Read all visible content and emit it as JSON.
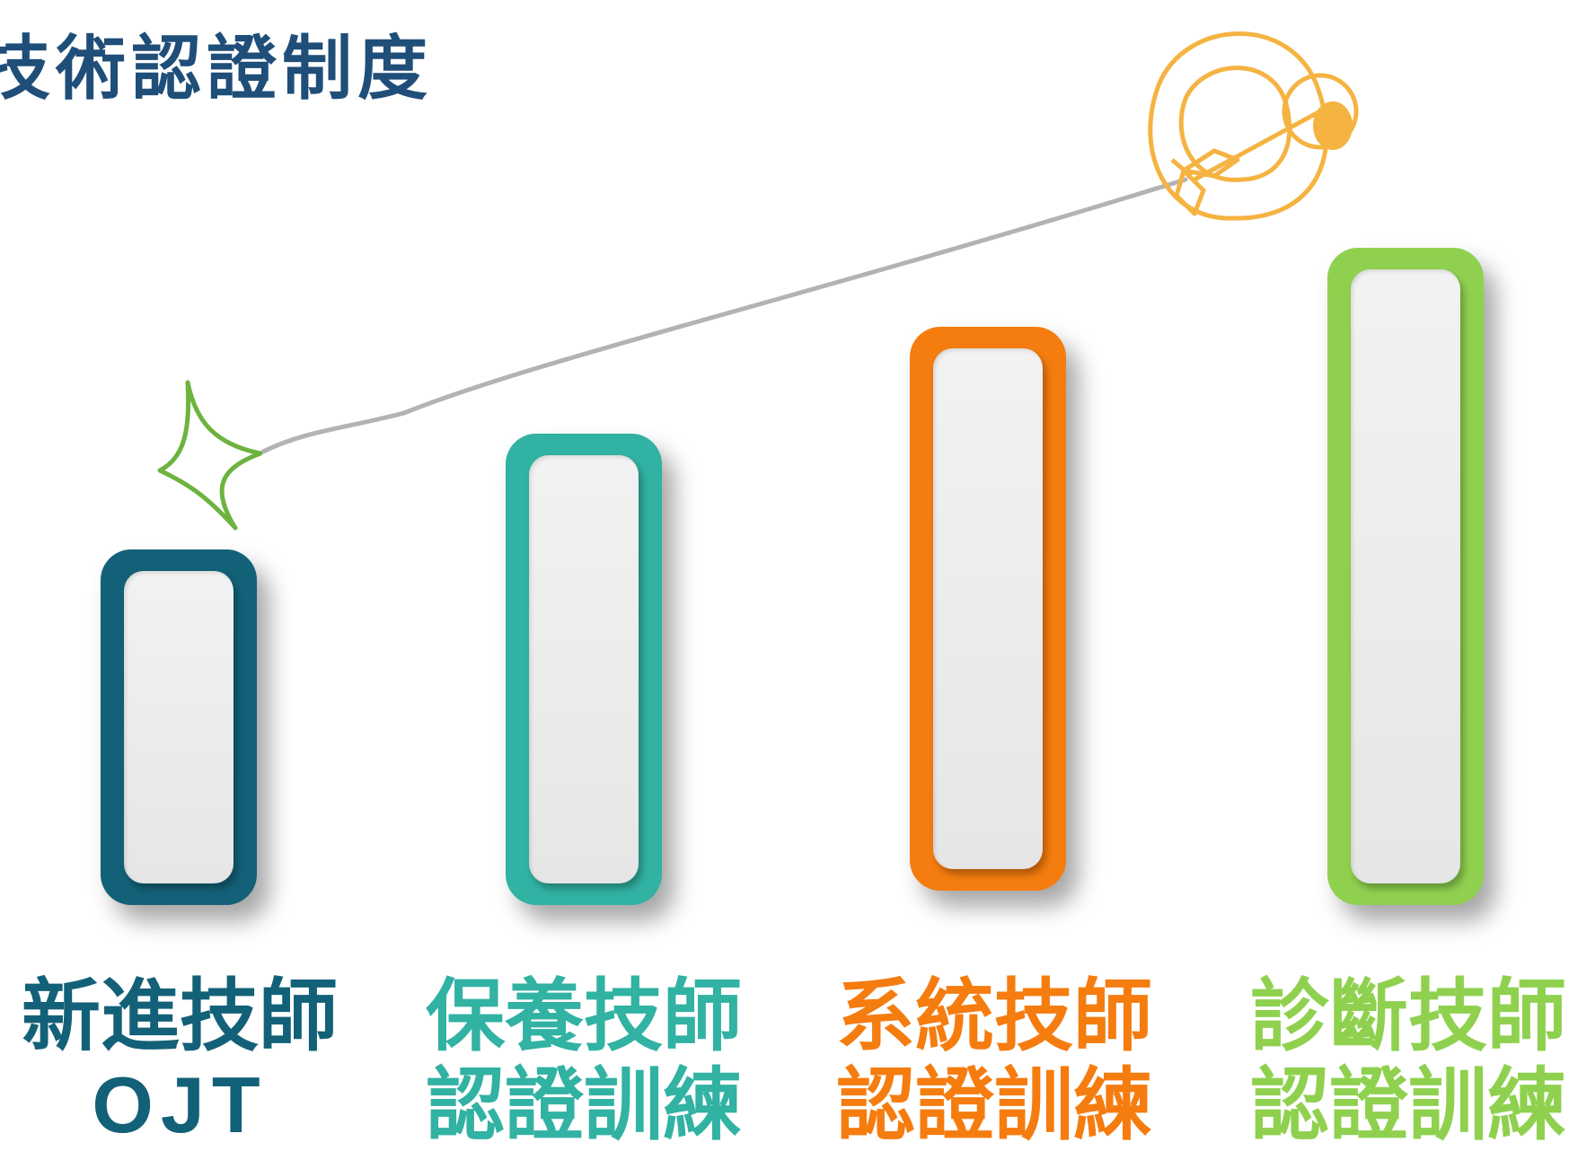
{
  "title": "技術認證制度",
  "colors": {
    "title": "#1f4e79",
    "arrow_line": "#b3b3b3",
    "star": "#6db33f",
    "target": "#f5b342",
    "level1": "#136178",
    "level2": "#31b2a3",
    "level3": "#f57c0f",
    "level4": "#8fd14f"
  },
  "levels": [
    {
      "line1": "新進技師",
      "line2": "OJT",
      "color": "#136178"
    },
    {
      "line1": "保養技師",
      "line2": "認證訓練",
      "color": "#31b2a3"
    },
    {
      "line1": "系統技師",
      "line2": "認證訓練",
      "color": "#f57c0f"
    },
    {
      "line1": "診斷技師",
      "line2": "認證訓練",
      "color": "#8fd14f"
    }
  ],
  "decorations": {
    "start_icon": "star-sparkle-icon",
    "end_icon": "target-with-arrow-icon"
  }
}
